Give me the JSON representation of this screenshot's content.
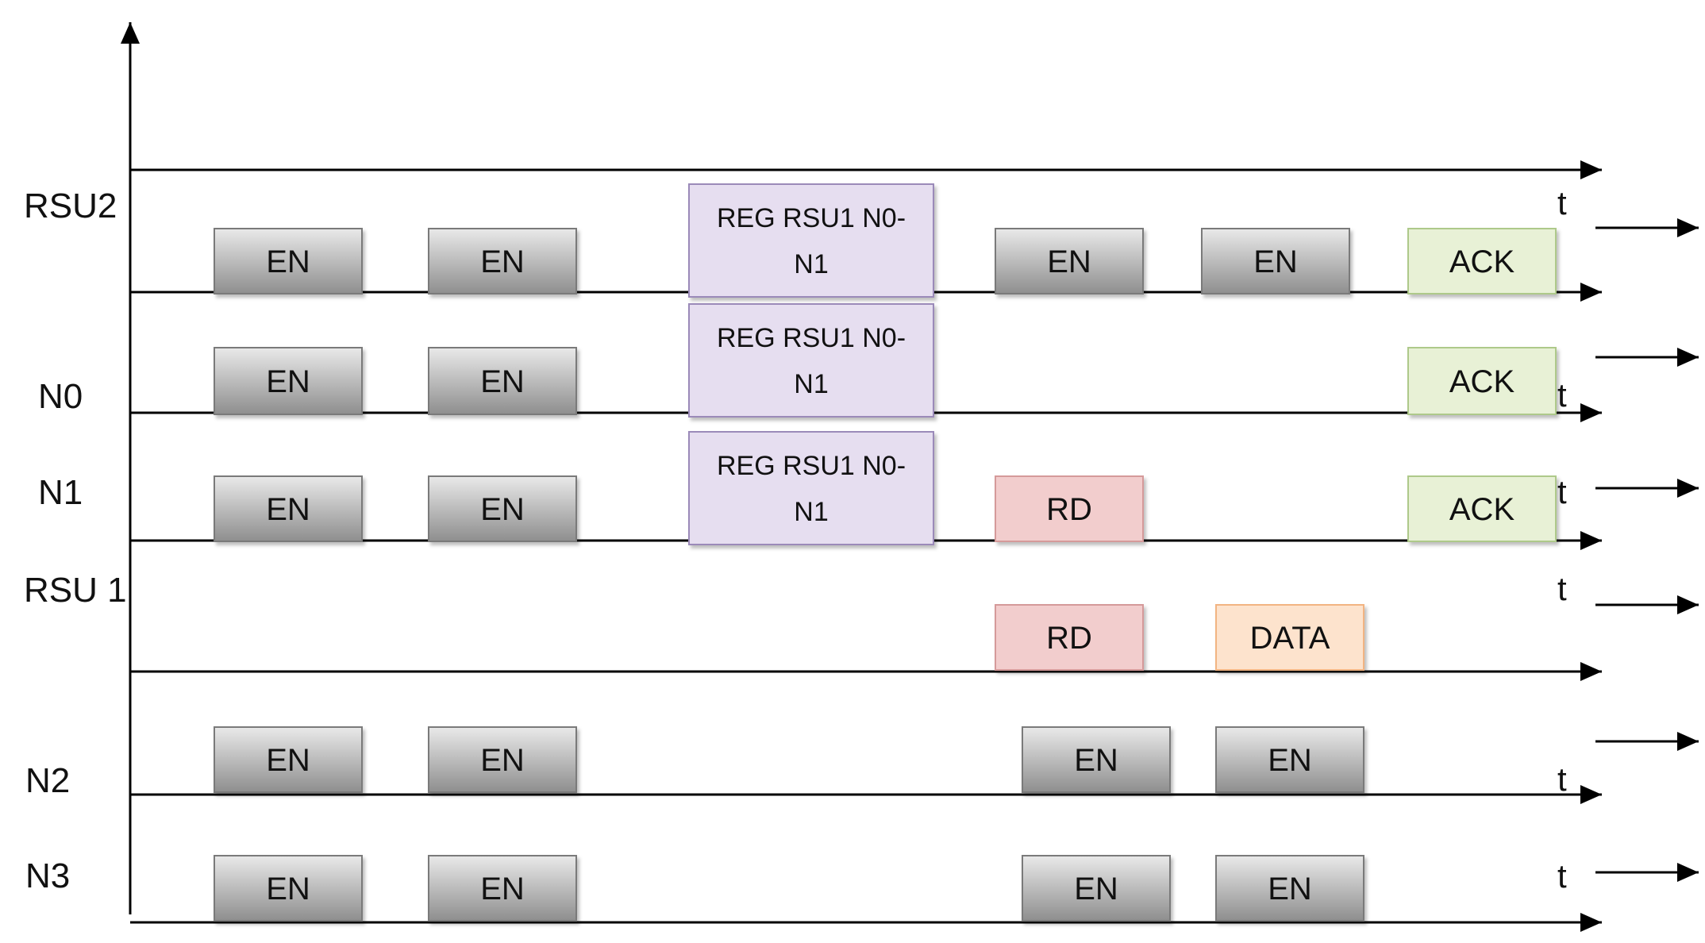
{
  "colors": {
    "axis": "#000000",
    "gray_box_top": "#e9e9e9",
    "gray_box_bottom": "#8e8e8e",
    "gray_box_border": "#7a7a7a",
    "reg_fill": "#e6def0",
    "reg_border": "#9b8ab9",
    "rd_fill": "#f2cdcd",
    "rd_border": "#d59a9a",
    "ack_fill": "#e8f1d6",
    "ack_border": "#aec98a",
    "data_fill": "#fde3cd",
    "data_border": "#f2b482"
  },
  "lanes": [
    {
      "id": "rsu2",
      "label": "RSU2"
    },
    {
      "id": "n0",
      "label": "N0"
    },
    {
      "id": "n1",
      "label": "N1"
    },
    {
      "id": "rsu1",
      "label": "RSU 1"
    },
    {
      "id": "n2",
      "label": "N2"
    },
    {
      "id": "n3",
      "label": "N3"
    }
  ],
  "time_label": "t",
  "boxes": {
    "rsu2": [
      {
        "label": "EN",
        "kind": "gray"
      },
      {
        "label": "EN",
        "kind": "gray"
      },
      {
        "label_lines": [
          "REG RSU1 N0-",
          "N1"
        ],
        "kind": "reg"
      },
      {
        "label": "EN",
        "kind": "gray"
      },
      {
        "label": "EN",
        "kind": "gray"
      },
      {
        "label": "ACK",
        "kind": "ack"
      }
    ],
    "n0": [
      {
        "label": "EN",
        "kind": "gray"
      },
      {
        "label": "EN",
        "kind": "gray"
      },
      {
        "label_lines": [
          "REG RSU1 N0-",
          "N1"
        ],
        "kind": "reg"
      },
      {
        "label": "ACK",
        "kind": "ack"
      }
    ],
    "n1": [
      {
        "label": "EN",
        "kind": "gray"
      },
      {
        "label": "EN",
        "kind": "gray"
      },
      {
        "label_lines": [
          "REG RSU1 N0-",
          "N1"
        ],
        "kind": "reg"
      },
      {
        "label": "RD",
        "kind": "rd"
      },
      {
        "label": "ACK",
        "kind": "ack"
      }
    ],
    "rsu1": [
      {
        "label": "RD",
        "kind": "rd"
      },
      {
        "label": "DATA",
        "kind": "data"
      }
    ],
    "n2": [
      {
        "label": "EN",
        "kind": "gray"
      },
      {
        "label": "EN",
        "kind": "gray"
      },
      {
        "label": "EN",
        "kind": "gray"
      },
      {
        "label": "EN",
        "kind": "gray"
      }
    ],
    "n3": [
      {
        "label": "EN",
        "kind": "gray"
      },
      {
        "label": "EN",
        "kind": "gray"
      },
      {
        "label": "EN",
        "kind": "gray"
      },
      {
        "label": "EN",
        "kind": "gray"
      }
    ]
  }
}
